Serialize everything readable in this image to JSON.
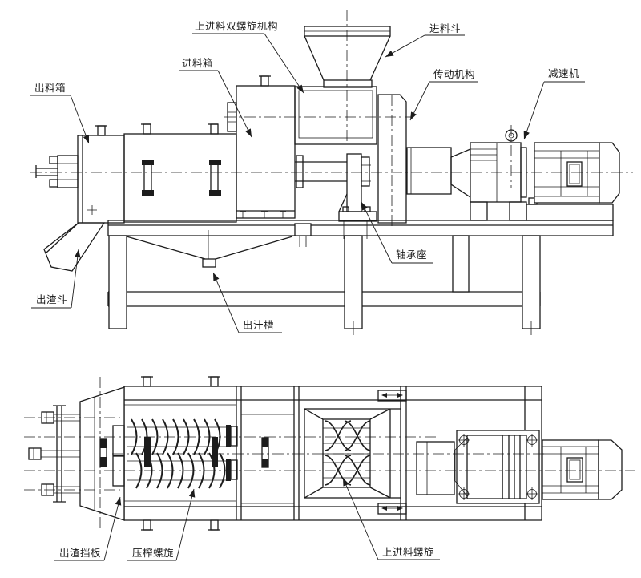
{
  "drawing": {
    "kind": "engineering-assembly-drawing",
    "colors": {
      "background": "#ffffff",
      "line": "#1c1c1c"
    }
  },
  "labels": {
    "top_feed_double_screw_mechanism": "上进料双螺旋机构",
    "feed_hopper": "进料斗",
    "feed_box": "进料箱",
    "drive_mechanism": "传动机构",
    "reducer": "减速机",
    "discharge_box": "出料箱",
    "bearing_seat": "轴承座",
    "slag_discharge_hopper": "出渣斗",
    "juice_outlet_trough": "出汁槽",
    "slag_baffle": "出渣挡板",
    "pressing_screw": "压榨螺旋",
    "top_feed_screw": "上进料螺旋"
  }
}
